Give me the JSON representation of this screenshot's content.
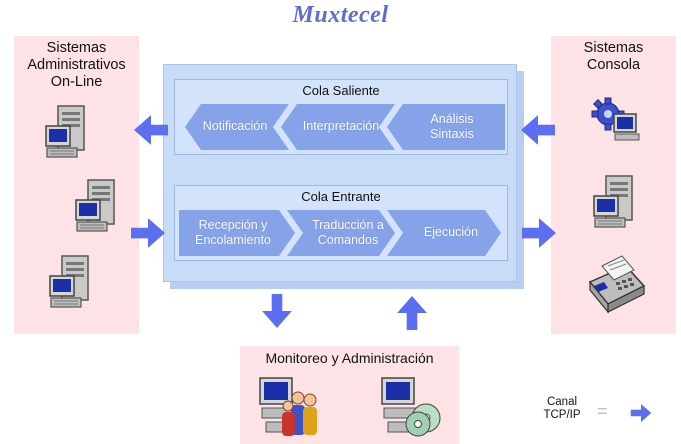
{
  "title": "Muxtecel",
  "left_panel": {
    "label_lines": [
      "Sistemas",
      "Administrativos",
      "On-Line"
    ]
  },
  "right_panel": {
    "label_lines": [
      "Sistemas",
      "Consola"
    ]
  },
  "bottom_panel": {
    "label": "Monitoreo y Administración"
  },
  "outgoing_queue": {
    "title": "Cola Saliente",
    "steps": [
      {
        "lines": [
          "Notificación"
        ]
      },
      {
        "lines": [
          "Interpretación"
        ]
      },
      {
        "lines": [
          "Análisis",
          "Sintaxis"
        ]
      }
    ]
  },
  "incoming_queue": {
    "title": "Cola Entrante",
    "steps": [
      {
        "lines": [
          "Recepción y",
          "Encolamiento"
        ]
      },
      {
        "lines": [
          "Traducción a",
          "Comandos"
        ]
      },
      {
        "lines": [
          "Ejecución"
        ]
      }
    ]
  },
  "legend": {
    "lines": [
      "Canal",
      "TCP/IP"
    ],
    "separator": "="
  },
  "colors": {
    "title": "#5f6bd8",
    "panel_bg": "#fde3e5",
    "center_bg": "#c8dbf7",
    "chevron": "#86a3ea",
    "arrow": "#5b6ff0"
  },
  "icons": [
    "server-computer-icon",
    "gear-computer-icon",
    "fax-printer-icon",
    "users-computer-icon",
    "cd-computer-icon",
    "blue-arrow-icon"
  ]
}
